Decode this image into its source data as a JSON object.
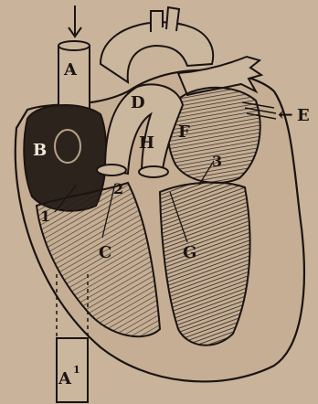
{
  "labels": {
    "A": "A",
    "A1": "A",
    "A1_sup": "1",
    "B": "B",
    "C": "C",
    "D": "D",
    "E": "E",
    "F": "F",
    "G": "G",
    "H": "H",
    "n1": "1",
    "n2": "2",
    "n3": "3",
    "E_arrow": "←"
  },
  "colors": {
    "paper": "#c9b49b",
    "ink": "#1b1410",
    "dark_chamber": "#2c231d",
    "shade": "#6b5a4c"
  }
}
